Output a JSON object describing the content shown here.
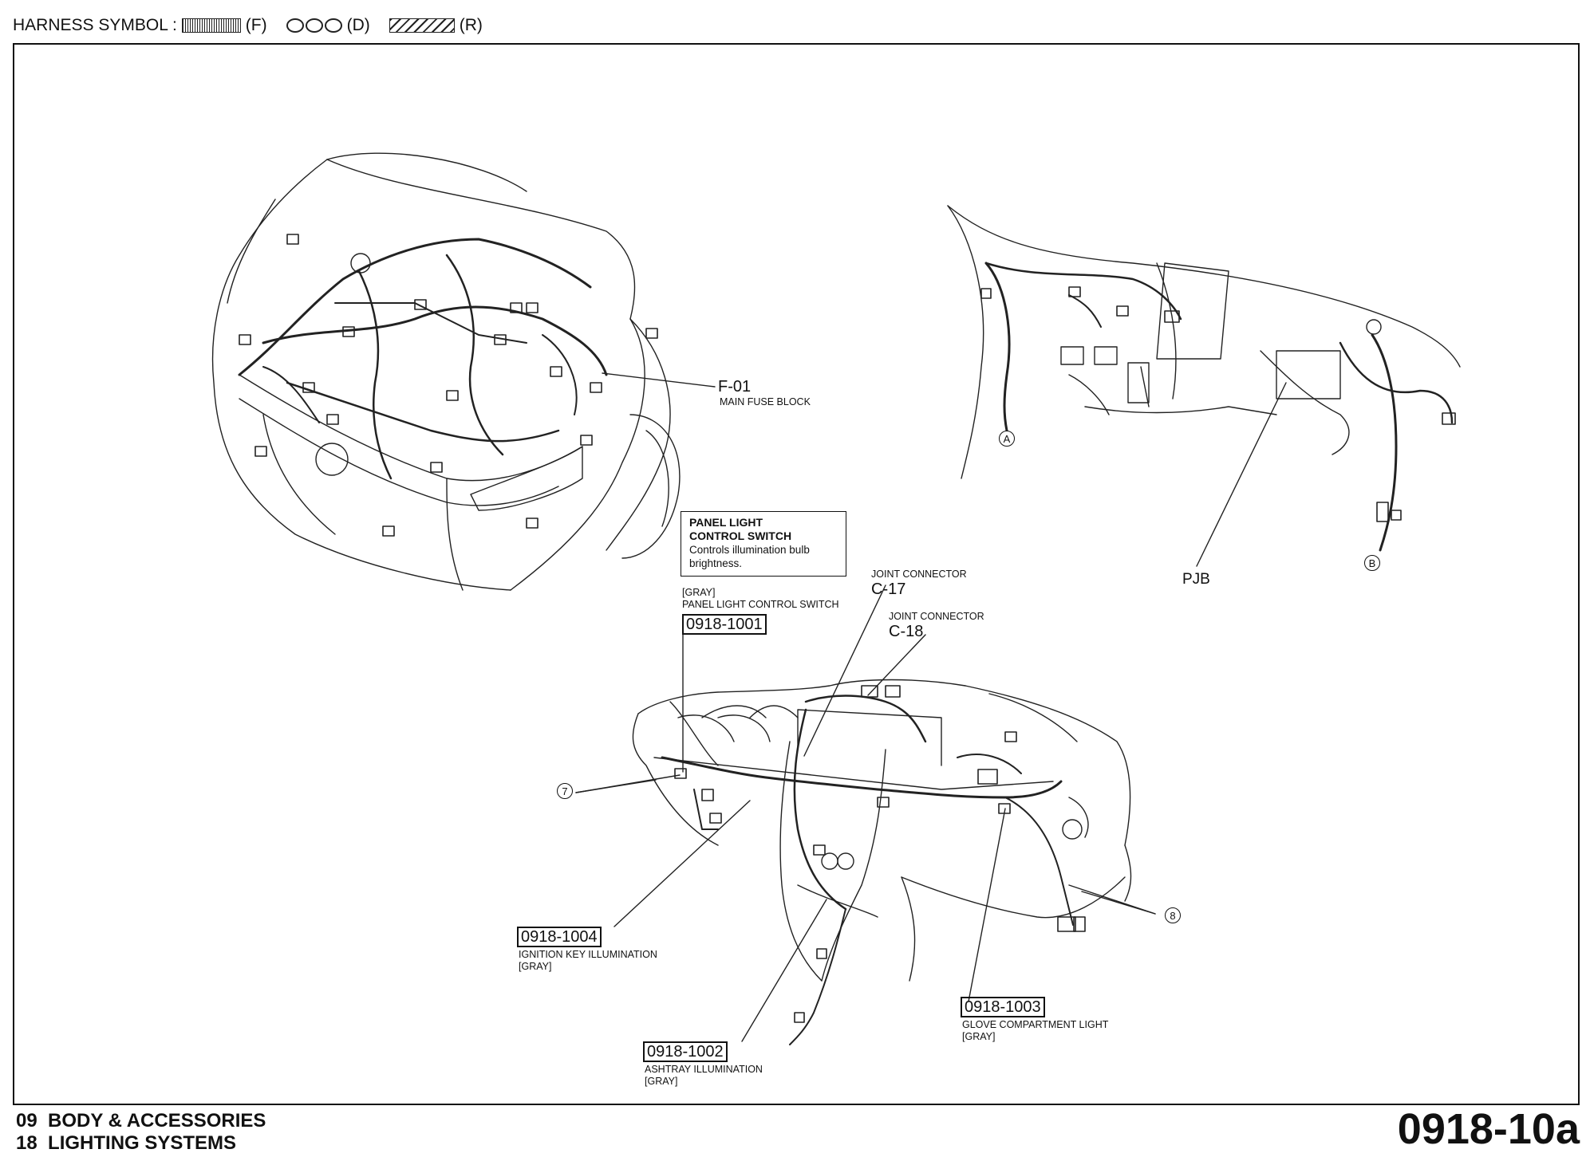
{
  "legend": {
    "prefix": "HARNESS SYMBOL :",
    "items": [
      {
        "code": "(F)",
        "pattern": "stipple"
      },
      {
        "code": "(D)",
        "pattern": "circles"
      },
      {
        "code": "(R)",
        "pattern": "hatch"
      }
    ]
  },
  "engine_bay": {
    "f01_code": "F-01",
    "f01_name": "MAIN FUSE BLOCK"
  },
  "interior": {
    "pjb": "PJB",
    "connector_a": "A",
    "connector_b": "B"
  },
  "callout": {
    "title_line1": "PANEL LIGHT",
    "title_line2": "CONTROL SWITCH",
    "desc_line1": "Controls illumination bulb",
    "desc_line2": "brightness."
  },
  "components": {
    "c1001": {
      "color": "[GRAY]",
      "name": "PANEL LIGHT CONTROL SWITCH",
      "code": "0918-1001"
    },
    "c17": {
      "label": "JOINT CONNECTOR",
      "code": "C-17"
    },
    "c18": {
      "label": "JOINT CONNECTOR",
      "code": "C-18"
    },
    "c1004": {
      "code": "0918-1004",
      "name": "IGNITION KEY ILLUMINATION",
      "color": "[GRAY]"
    },
    "c1002": {
      "code": "0918-1002",
      "name": "ASHTRAY ILLUMINATION",
      "color": "[GRAY]"
    },
    "c1003": {
      "code": "0918-1003",
      "name": "GLOVE COMPARTMENT LIGHT",
      "color": "[GRAY]"
    },
    "ref7": "7",
    "ref8": "8"
  },
  "footer": {
    "line1": "09  BODY & ACCESSORIES",
    "line2": "18  LIGHTING SYSTEMS",
    "page_code": "0918-10a"
  }
}
